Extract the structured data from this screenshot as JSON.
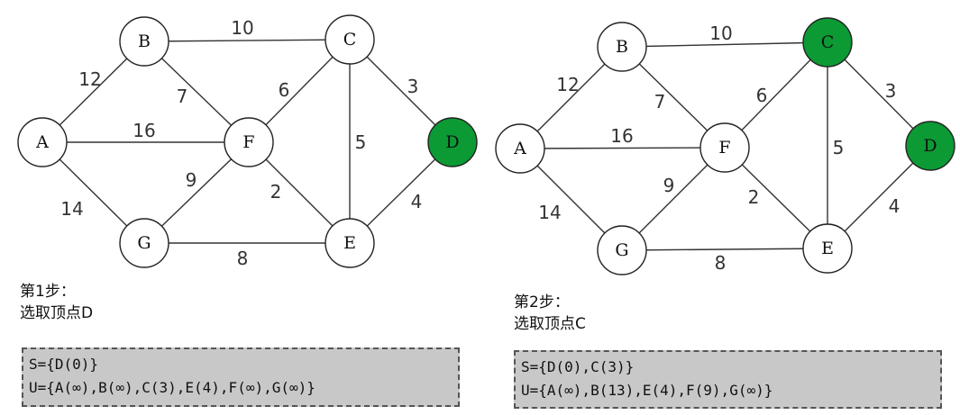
{
  "colors": {
    "selected_node_fill": "#0c9a34",
    "default_node_fill": "#ffffff",
    "set_box_fill": "#c8c8c8"
  },
  "steps": [
    {
      "step_label": "第1步：",
      "action": "选取顶点D",
      "S": "S={D(0)}",
      "U": "U={A(∞),B(∞),C(3),E(4),F(∞),G(∞)}",
      "highlighted": [
        "D"
      ],
      "nodes": [
        {
          "id": "A",
          "label": "A"
        },
        {
          "id": "B",
          "label": "B"
        },
        {
          "id": "C",
          "label": "C"
        },
        {
          "id": "D",
          "label": "D"
        },
        {
          "id": "E",
          "label": "E"
        },
        {
          "id": "F",
          "label": "F"
        },
        {
          "id": "G",
          "label": "G"
        }
      ],
      "edges": [
        {
          "from": "A",
          "to": "B",
          "weight": "12"
        },
        {
          "from": "A",
          "to": "F",
          "weight": "16"
        },
        {
          "from": "A",
          "to": "G",
          "weight": "14"
        },
        {
          "from": "B",
          "to": "C",
          "weight": "10"
        },
        {
          "from": "B",
          "to": "F",
          "weight": "7"
        },
        {
          "from": "C",
          "to": "F",
          "weight": "6"
        },
        {
          "from": "C",
          "to": "E",
          "weight": "5"
        },
        {
          "from": "C",
          "to": "D",
          "weight": "3"
        },
        {
          "from": "D",
          "to": "E",
          "weight": "4"
        },
        {
          "from": "F",
          "to": "E",
          "weight": "2"
        },
        {
          "from": "F",
          "to": "G",
          "weight": "9"
        },
        {
          "from": "G",
          "to": "E",
          "weight": "8"
        }
      ]
    },
    {
      "step_label": "第2步：",
      "action": "选取顶点C",
      "S": "S={D(0),C(3)}",
      "U": "U={A(∞),B(13),E(4),F(9),G(∞)}",
      "highlighted": [
        "C",
        "D"
      ],
      "nodes": [
        {
          "id": "A",
          "label": "A"
        },
        {
          "id": "B",
          "label": "B"
        },
        {
          "id": "C",
          "label": "C"
        },
        {
          "id": "D",
          "label": "D"
        },
        {
          "id": "E",
          "label": "E"
        },
        {
          "id": "F",
          "label": "F"
        },
        {
          "id": "G",
          "label": "G"
        }
      ],
      "edges": [
        {
          "from": "A",
          "to": "B",
          "weight": "12"
        },
        {
          "from": "A",
          "to": "F",
          "weight": "16"
        },
        {
          "from": "A",
          "to": "G",
          "weight": "14"
        },
        {
          "from": "B",
          "to": "C",
          "weight": "10"
        },
        {
          "from": "B",
          "to": "F",
          "weight": "7"
        },
        {
          "from": "C",
          "to": "F",
          "weight": "6"
        },
        {
          "from": "C",
          "to": "E",
          "weight": "5"
        },
        {
          "from": "C",
          "to": "D",
          "weight": "3"
        },
        {
          "from": "D",
          "to": "E",
          "weight": "4"
        },
        {
          "from": "F",
          "to": "E",
          "weight": "2"
        },
        {
          "from": "F",
          "to": "G",
          "weight": "9"
        },
        {
          "from": "G",
          "to": "E",
          "weight": "8"
        }
      ]
    }
  ]
}
